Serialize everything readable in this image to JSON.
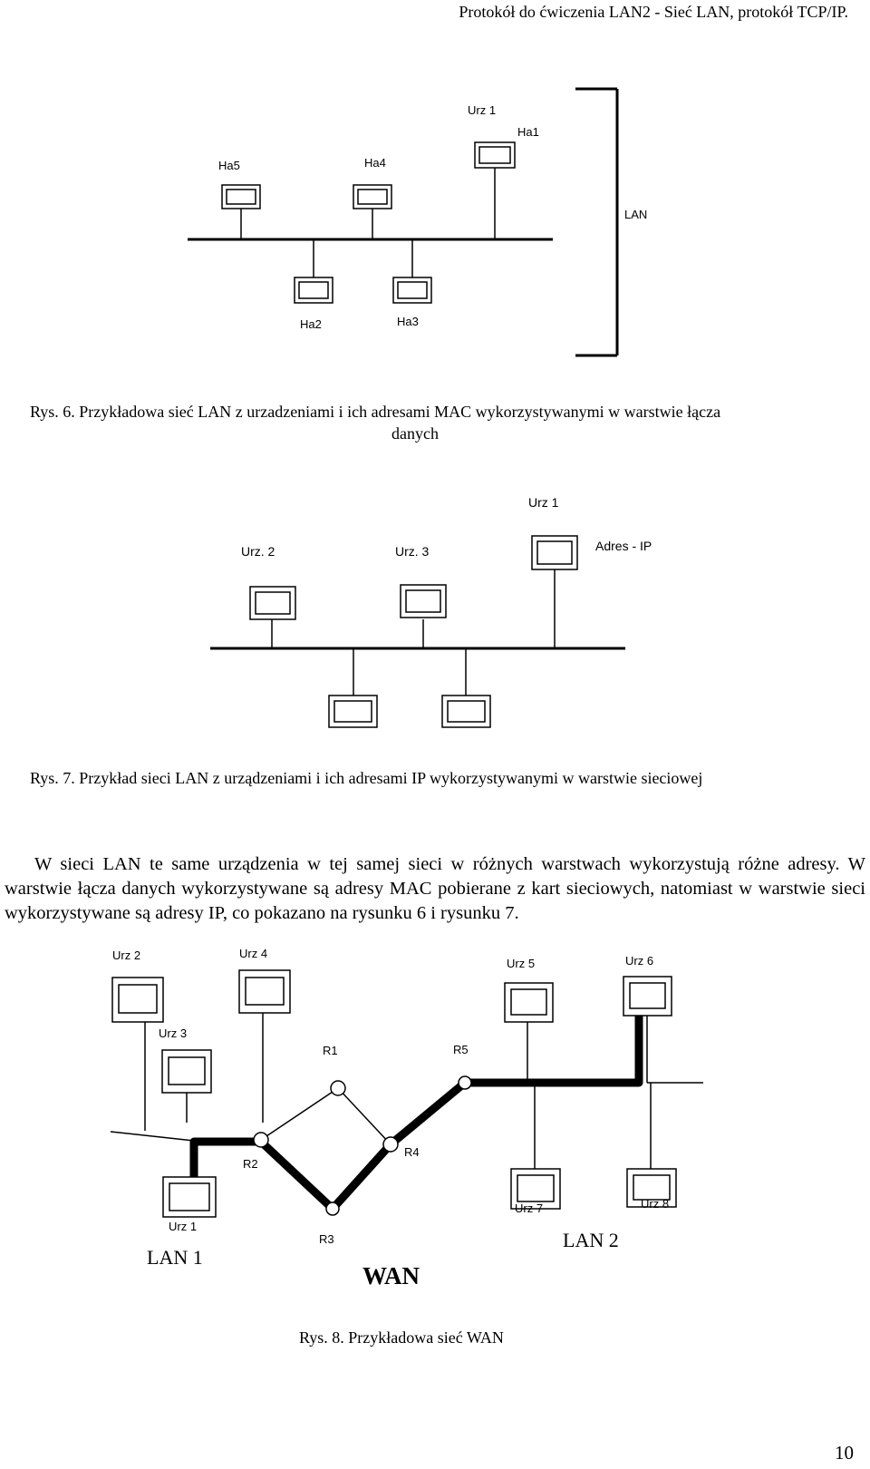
{
  "header": "Protokół do ćwiczenia LAN2 - Sieć LAN, protokół TCP/IP.",
  "fig6": {
    "labels": {
      "urz1": "Urz 1",
      "ha1": "Ha1",
      "ha5": "Ha5",
      "ha4": "Ha4",
      "ha2": "Ha2",
      "ha3": "Ha3",
      "lan": "LAN"
    },
    "caption_line1": "Rys. 6.  Przykładowa sieć LAN z urzadzeniami i ich adresami MAC wykorzystywanymi w warstwie łącza",
    "caption_line2": "danych"
  },
  "fig7": {
    "labels": {
      "urz1": "Urz 1",
      "urz2": "Urz. 2",
      "urz3": "Urz. 3",
      "adres": "Adres - IP"
    },
    "caption": "Rys. 7.  Przykład sieci LAN z urządzeniami i ich adresami IP wykorzystywanymi w warstwie sieciowej"
  },
  "paragraph": "W sieci LAN te same urządzenia w tej samej sieci w różnych warstwach wykorzystują różne adresy. W warstwie łącza danych wykorzystywane są adresy MAC pobierane z kart sieciowych, natomiast w warstwie sieci wykorzystywane są adresy IP, co pokazano na rysunku 6 i rysunku 7.",
  "fig8": {
    "labels": {
      "urz2": "Urz 2",
      "urz4": "Urz 4",
      "urz3": "Urz 3",
      "urz5": "Urz 5",
      "urz6": "Urz 6",
      "r1": "R1",
      "r5": "R5",
      "r2": "R2",
      "r4": "R4",
      "r3": "R3",
      "urz1": "Urz 1",
      "urz7": "Urz 7",
      "urz8": "Urz 8",
      "lan1": "LAN 1",
      "lan2": "LAN 2",
      "wan": "WAN"
    },
    "caption": "Rys. 8.  Przykładowa sieć WAN"
  },
  "page_number": "10"
}
